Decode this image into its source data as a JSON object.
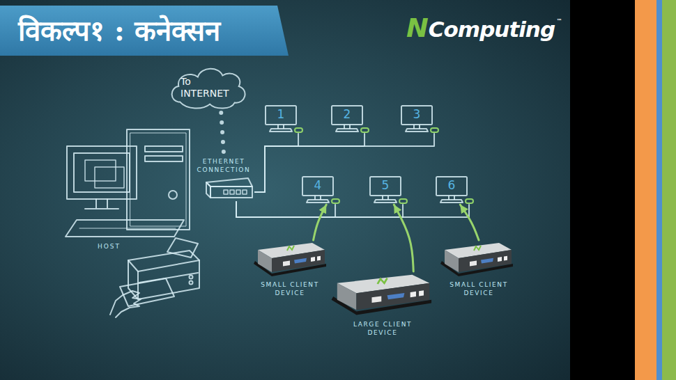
{
  "diagram": {
    "title": "विकल्प१ : कनेक्सन",
    "nodes": [
      {
        "text": [
          "To INTERNET"
        ]
      },
      {
        "text": [
          "1"
        ]
      },
      {
        "text": [
          "2"
        ]
      },
      {
        "text": [
          "3"
        ]
      },
      {
        "text": [
          "HOST"
        ]
      },
      {
        "text": [
          "ETHERNET CONNECTION"
        ]
      },
      {
        "text": [
          "4"
        ]
      },
      {
        "text": [
          "5"
        ]
      },
      {
        "text": [
          "6"
        ]
      },
      {
        "text": [
          "SMALL CLIENT DEVICE"
        ]
      },
      {
        "text": [
          "LARGE CLIENT DEVICE"
        ]
      },
      {
        "text": [
          "SMALL CLIENT DEVICE"
        ]
      }
    ],
    "edges": [
      {
        "from": 0,
        "to": 5,
        "arrow": "none"
      },
      {
        "from": 5,
        "to": 1,
        "arrow": "none"
      },
      {
        "from": 5,
        "to": 2,
        "arrow": "none"
      },
      {
        "from": 5,
        "to": 3,
        "arrow": "none"
      },
      {
        "from": 5,
        "to": 6,
        "arrow": "none"
      },
      {
        "from": 5,
        "to": 7,
        "arrow": "none"
      },
      {
        "from": 5,
        "to": 8,
        "arrow": "none"
      },
      {
        "from": 9,
        "to": 6,
        "arrow": "to"
      },
      {
        "from": 10,
        "to": 7,
        "arrow": "to"
      },
      {
        "from": 11,
        "to": 8,
        "arrow": "to"
      }
    ],
    "labels": [
      "N",
      "Computing",
      "™"
    ]
  }
}
